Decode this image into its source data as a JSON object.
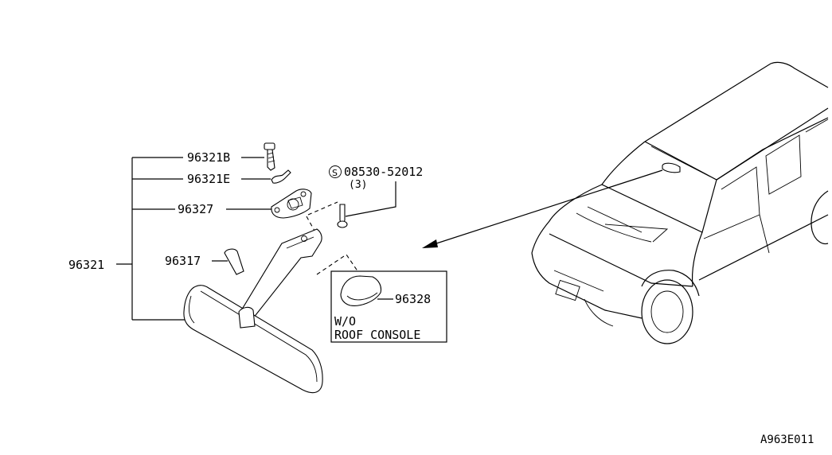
{
  "callouts": {
    "assembly": "96321",
    "screw": "96321B",
    "clip": "96321E",
    "base": "96327",
    "cover": "96317",
    "roof_cover": "96328",
    "bolt_code": "08530-52012",
    "bolt_qty": "(3)",
    "bolt_symbol": "S"
  },
  "inset": {
    "line1": "W/O",
    "line2": "ROOF CONSOLE"
  },
  "figure_code": "A963E011"
}
